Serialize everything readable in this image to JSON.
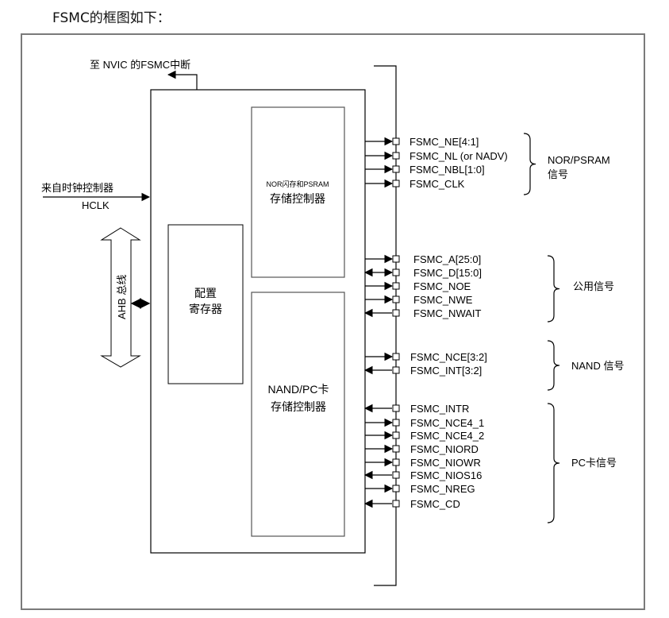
{
  "heading": "FSMC的框图如下：",
  "diagram": {
    "nvic_interrupt_label": "至 NVIC 的FSMC中断",
    "clock_in_label": "来自时钟控制器",
    "hclk_label": "HCLK",
    "ahb_bus_label": "AHB 总线",
    "config_register": {
      "line1": "配置",
      "line2": "寄存器"
    },
    "nor_controller": {
      "line1": "NOR闪存和PSRAM",
      "line2": "存储控制器"
    },
    "nand_controller": {
      "line1": "NAND/PC卡",
      "line2": "存储控制器"
    },
    "signal_groups": [
      {
        "label_lines": [
          "NOR/PSRAM",
          "信号"
        ],
        "signals": [
          {
            "name": "FSMC_NE[4:1]",
            "direction": "out"
          },
          {
            "name": "FSMC_NL (or NADV)",
            "direction": "out"
          },
          {
            "name": "FSMC_NBL[1:0]",
            "direction": "out"
          },
          {
            "name": "FSMC_CLK",
            "direction": "out"
          }
        ]
      },
      {
        "label_lines": [
          "公用信号"
        ],
        "signals": [
          {
            "name": "FSMC_A[25:0]",
            "direction": "out"
          },
          {
            "name": "FSMC_D[15:0]",
            "direction": "bidir"
          },
          {
            "name": "FSMC_NOE",
            "direction": "out"
          },
          {
            "name": "FSMC_NWE",
            "direction": "out"
          },
          {
            "name": "FSMC_NWAIT",
            "direction": "in"
          }
        ]
      },
      {
        "label_lines": [
          "NAND 信号"
        ],
        "signals": [
          {
            "name": "FSMC_NCE[3:2]",
            "direction": "out"
          },
          {
            "name": "FSMC_INT[3:2]",
            "direction": "in"
          }
        ]
      },
      {
        "label_lines": [
          "PC卡信号"
        ],
        "signals": [
          {
            "name": "FSMC_INTR",
            "direction": "in"
          },
          {
            "name": "FSMC_NCE4_1",
            "direction": "out"
          },
          {
            "name": "FSMC_NCE4_2",
            "direction": "out"
          },
          {
            "name": "FSMC_NIORD",
            "direction": "out"
          },
          {
            "name": "FSMC_NIOWR",
            "direction": "out"
          },
          {
            "name": "FSMC_NIOS16",
            "direction": "in"
          },
          {
            "name": "FSMC_NREG",
            "direction": "out"
          },
          {
            "name": "FSMC_CD",
            "direction": "in"
          }
        ]
      }
    ]
  }
}
